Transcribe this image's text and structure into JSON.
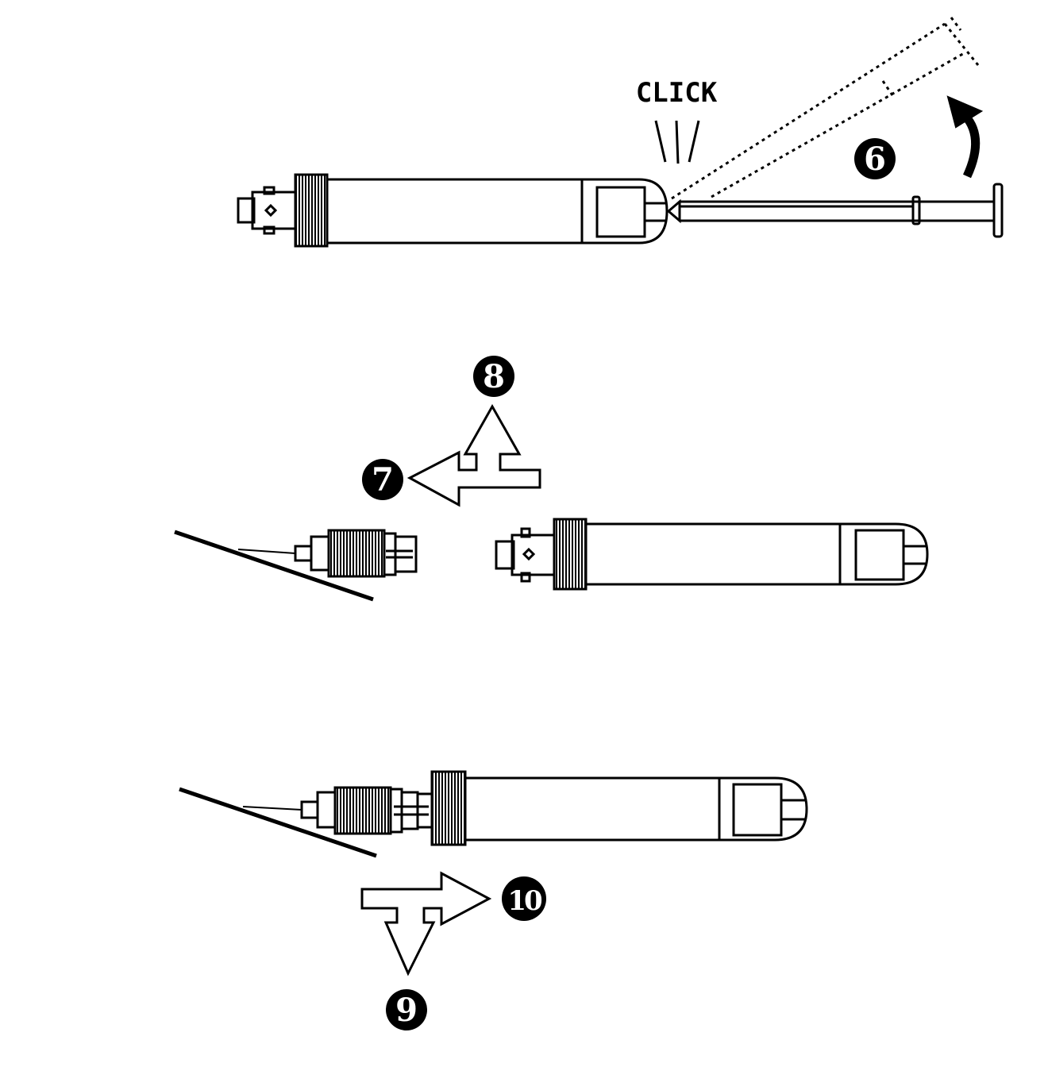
{
  "labels": {
    "click": "CLICK",
    "step6": "6",
    "step7": "7",
    "step8": "8",
    "step9": "9",
    "step10": "10"
  },
  "colors": {
    "ink": "#000000",
    "paper": "#ffffff"
  }
}
